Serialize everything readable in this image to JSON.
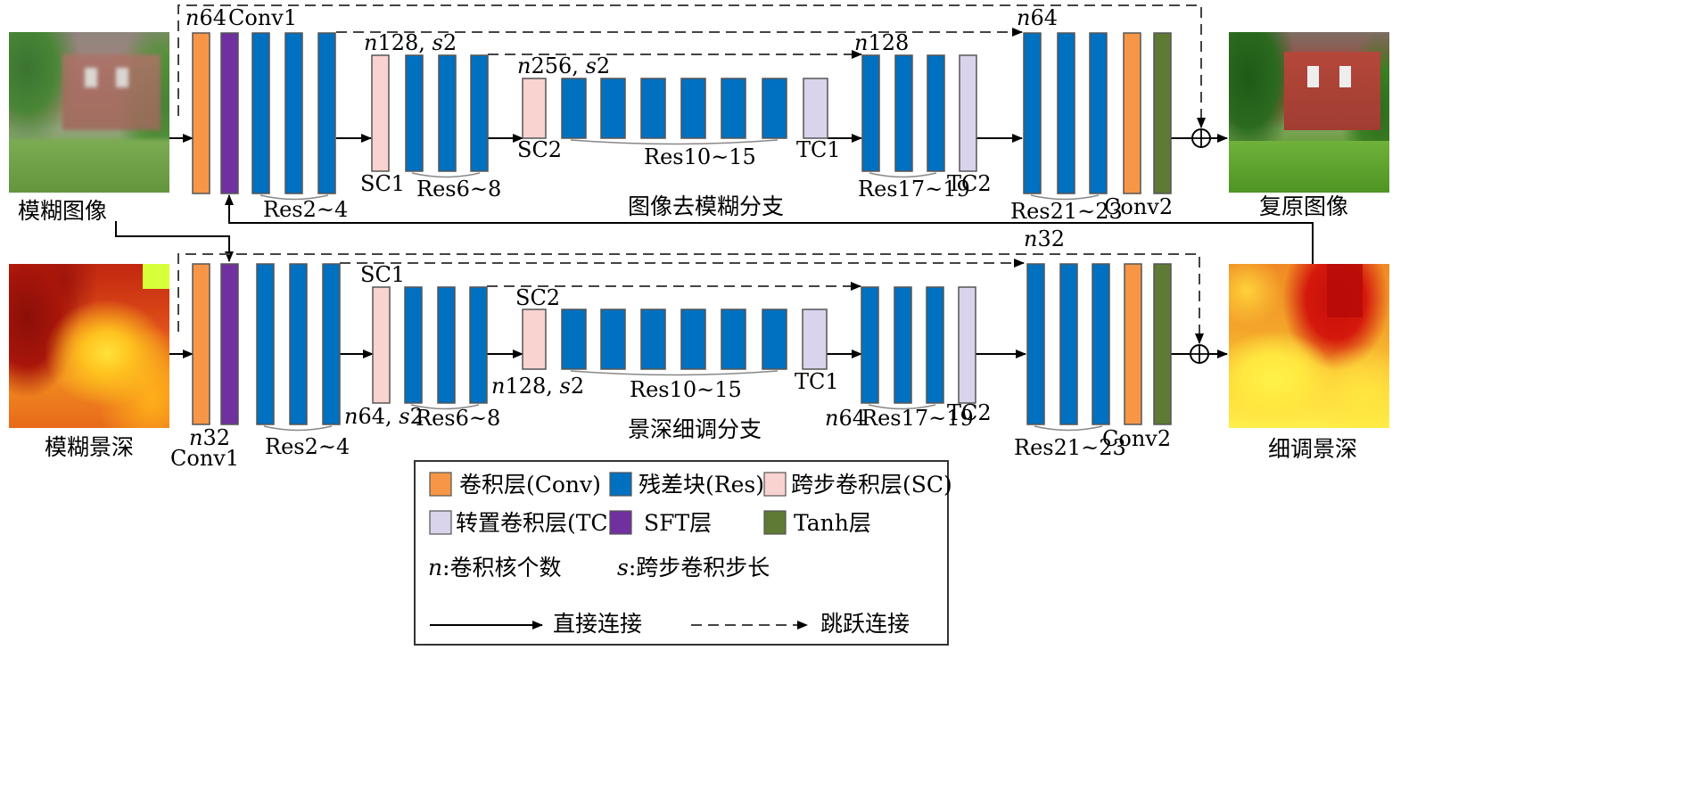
{
  "colors": {
    "conv": "#F79646",
    "res": "#0070C0",
    "sc": "#F8D3D0",
    "tc": "#D9D3EC",
    "sft": "#7030A0",
    "tanh": "#5E7A35",
    "stroke": "#555555"
  },
  "top_branch": {
    "input_label": "模糊图像",
    "output_label": "复原图像",
    "branch_title": "图像去模糊分支",
    "conv1": "Conv1",
    "n64_head": "64",
    "sc1_params": "128, ",
    "sc1_stride": "2",
    "sc1": "SC1",
    "sc2_params": "256, ",
    "sc2_stride": "2",
    "sc2": "SC2",
    "tc1": "TC1",
    "n128_skip": "128",
    "tc2": "TC2",
    "n64_tail": "64",
    "conv2": "Conv2",
    "res_a": "Res2~4",
    "res_b": "Res6~8",
    "res_c": "Res10~15",
    "res_d": "Res17~19",
    "res_e": "Res21~23"
  },
  "bottom_branch": {
    "input_label": "模糊景深",
    "output_label": "细调景深",
    "branch_title": "景深细调分支",
    "n32_head": "32",
    "conv1": "Conv1",
    "sc1": "SC1",
    "sc1_params": "64, ",
    "sc1_stride": "2",
    "sc2": "SC2",
    "sc2_params": "128, ",
    "sc2_stride": "2",
    "tc1": "TC1",
    "n64_skip": "64",
    "tc2": "TC2",
    "n32_skip": "32",
    "conv2": "Conv2",
    "res_a": "Res2~4",
    "res_b": "Res6~8",
    "res_c": "Res10~15",
    "res_d": "Res17~19",
    "res_e": "Res21~23"
  },
  "symbols": {
    "n": "n",
    "s": "s"
  },
  "legend": {
    "conv": "卷积层(Conv)",
    "res": "残差块(Res)",
    "sc": "跨步卷积层(SC)",
    "tc": "转置卷积层(TC)",
    "sft": "SFT层",
    "tanh": "Tanh层",
    "n_desc": ":卷积核个数",
    "s_desc": ":跨步卷积步长",
    "direct": "直接连接",
    "skip": "跳跃连接"
  }
}
